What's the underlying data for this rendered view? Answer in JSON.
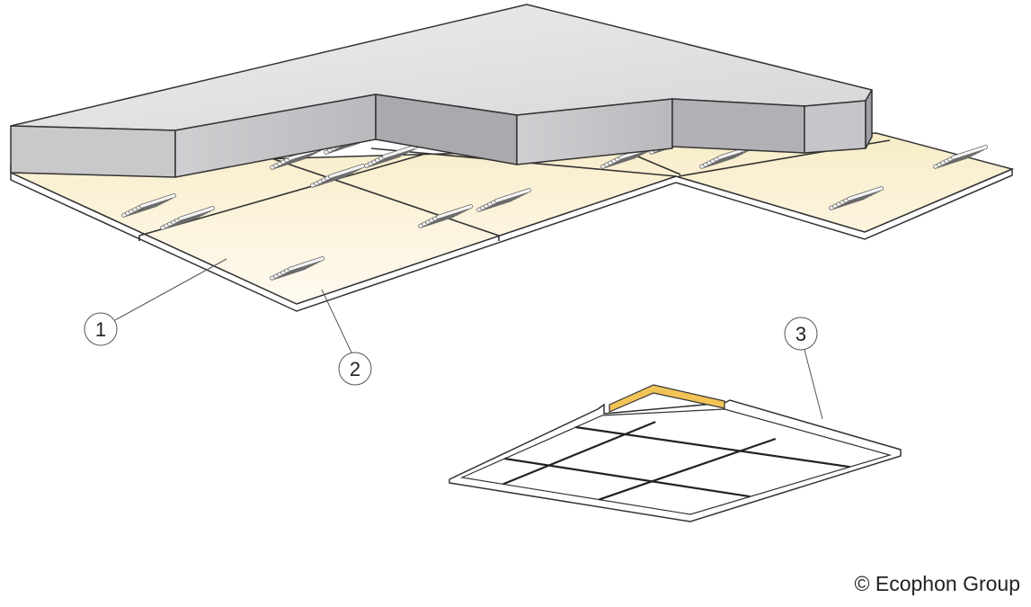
{
  "callouts": {
    "one": "1",
    "two": "2",
    "three": "3"
  },
  "copyright": "© Ecophon Group",
  "colors": {
    "tile": "#fbf1d6",
    "slab_top": "#e2e2e4",
    "slab_face": "#c9c9cc",
    "accent_trim": "#f2c458",
    "outline": "#333333"
  }
}
